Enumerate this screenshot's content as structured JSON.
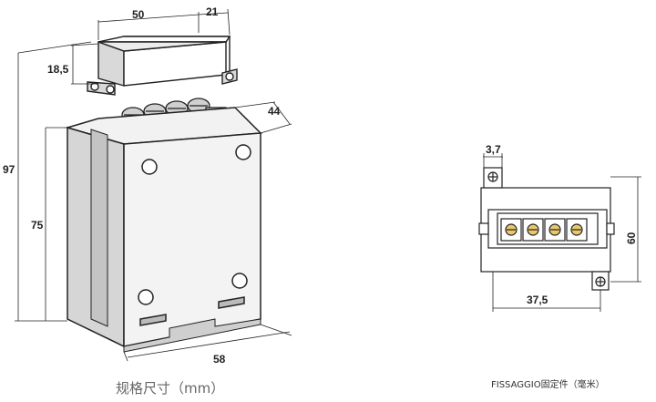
{
  "dimensions": {
    "top_width": "50",
    "top_depth": "21",
    "box_height": "18,5",
    "total_height": "97",
    "body_height": "75",
    "body_depth": "44",
    "body_width": "58",
    "screw_spacing": "3,7",
    "mount_height": "60",
    "mount_width": "37,5"
  },
  "captions": {
    "left": "规格尺寸（mm）",
    "right": "FISSAGGIO固定件（毫米）"
  }
}
